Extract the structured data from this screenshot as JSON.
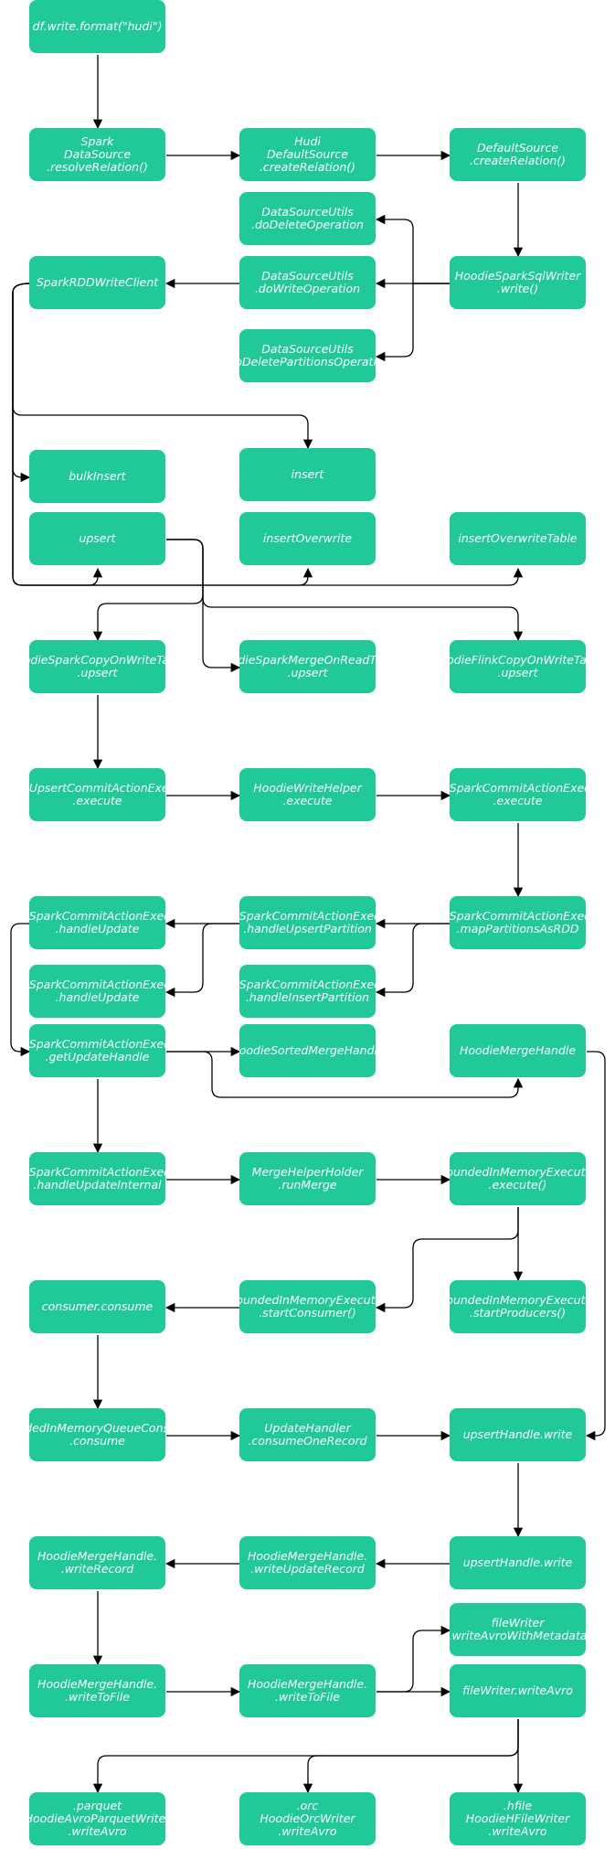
{
  "theme": {
    "node_fill": "#20c997",
    "node_text": "#ffffff",
    "edge": "#000000"
  },
  "nodes": {
    "n_df": "df.write.format(\"hudi\")",
    "n_sds": "Spark\nDataSource\n.resolveRelation()",
    "n_hds": "Hudi\nDefaultSource\n.createRelation()",
    "n_ds": "DefaultSource\n.createRelation()",
    "n_dsu_del": "DataSourceUtils\n.doDeleteOperation",
    "n_dsu_write": "DataSourceUtils\n.doWriteOperation",
    "n_sqlwriter": "HoodieSparkSqlWriter\n.write()",
    "n_rddclient": "SparkRDDWriteClient",
    "n_dsu_delpart": "DataSourceUtils\n.doDeletePartitionsOperation",
    "n_bulk": "bulkInsert",
    "n_insert": "insert",
    "n_upsert": "upsert",
    "n_insow": "insertOverwrite",
    "n_insowt": "insertOverwriteTable",
    "n_cow": "HoodieSparkCopyOnWriteTable\n.upsert",
    "n_mor": "HoodieSparkMergeOnReadTable\n.upsert",
    "n_flink": "HoodieFlinkCopyOnWriteTable\n.upsert",
    "n_upsexec": "SparkUpsertCommitActionExecutor\n.execute",
    "n_whelper": "HoodieWriteHelper\n.execute",
    "n_bscexec": "BaseSparkCommitActionExecutor\n.execute",
    "n_hu1": "BaseSparkCommitActionExecutor\n.handleUpdate",
    "n_hup": "BaseSparkCommitActionExecutor\n.handleUpsertPartition",
    "n_map": "BaseSparkCommitActionExecutor\n.mapPartitionsAsRDD",
    "n_hu2": "BaseSparkCommitActionExecutor\n.handleUpdate",
    "n_hip": "BaseSparkCommitActionExecutor\n.handleInsertPartition",
    "n_guh": "BaseSparkCommitActionExecutor\n.getUpdateHandle",
    "n_sorted": "HoodieSortedMergeHandle",
    "n_mh": "HoodieMergeHandle",
    "n_hui": "BaseSparkCommitActionExecutor\n.handleUpdateInternal",
    "n_mhh": "MergeHelperHolder\n.runMerge",
    "n_bime": "BoundedInMemoryExecutor\n.execute()",
    "n_cons": "consumer.consume",
    "n_sc": "BoundedInMemoryExecutor\n.startConsumer()",
    "n_sp": "BoundedInMemoryExecutor\n.startProducers()",
    "n_qc": "BoundedInMemoryQueueConsumer\n.consume",
    "n_uh": "UpdateHandler\n.consumeOneRecord",
    "n_uhw1": "upsertHandle.write",
    "n_wr": "HoodieMergeHandle.\n.writeRecord",
    "n_wur": "HoodieMergeHandle.\n.writeUpdateRecord",
    "n_uhw2": "upsertHandle.write",
    "n_fwavm": "fileWriter\n.writeAvroWithMetadata",
    "n_wtf1": "HoodieMergeHandle.\n.writeToFile",
    "n_wtf2": "HoodieMergeHandle.\n.writeToFile",
    "n_fwa": "fileWriter.writeAvro",
    "n_parquet": ".parquet\nHoodieAvroParquetWriter\n.writeAvro",
    "n_orc": ".orc\nHoodieOrcWriter\n.writeAvro",
    "n_hfile": ".hfile\nHoodieHFileWriter\n.writeAvro"
  },
  "edges": [
    [
      "n_df",
      "n_sds"
    ],
    [
      "n_sds",
      "n_hds"
    ],
    [
      "n_hds",
      "n_ds"
    ],
    [
      "n_ds",
      "n_sqlwriter"
    ],
    [
      "n_sqlwriter",
      "n_dsu_del"
    ],
    [
      "n_sqlwriter",
      "n_dsu_write"
    ],
    [
      "n_sqlwriter",
      "n_dsu_delpart"
    ],
    [
      "n_dsu_write",
      "n_rddclient"
    ],
    [
      "n_rddclient",
      "n_bulk"
    ],
    [
      "n_rddclient",
      "n_insert"
    ],
    [
      "n_rddclient",
      "n_upsert"
    ],
    [
      "n_rddclient",
      "n_insow"
    ],
    [
      "n_rddclient",
      "n_insowt"
    ],
    [
      "n_upsert",
      "n_cow"
    ],
    [
      "n_upsert",
      "n_mor"
    ],
    [
      "n_upsert",
      "n_flink"
    ],
    [
      "n_cow",
      "n_upsexec"
    ],
    [
      "n_upsexec",
      "n_whelper"
    ],
    [
      "n_whelper",
      "n_bscexec"
    ],
    [
      "n_bscexec",
      "n_map"
    ],
    [
      "n_map",
      "n_hup"
    ],
    [
      "n_map",
      "n_hip"
    ],
    [
      "n_hup",
      "n_hu1"
    ],
    [
      "n_hup",
      "n_hu2"
    ],
    [
      "n_hu1",
      "n_guh"
    ],
    [
      "n_guh",
      "n_sorted"
    ],
    [
      "n_guh",
      "n_mh"
    ],
    [
      "n_guh",
      "n_hui"
    ],
    [
      "n_hui",
      "n_mhh"
    ],
    [
      "n_mhh",
      "n_bime"
    ],
    [
      "n_bime",
      "n_sp"
    ],
    [
      "n_bime",
      "n_sc"
    ],
    [
      "n_sc",
      "n_cons"
    ],
    [
      "n_cons",
      "n_qc"
    ],
    [
      "n_qc",
      "n_uh"
    ],
    [
      "n_uh",
      "n_uhw1"
    ],
    [
      "n_mh",
      "n_uhw1"
    ],
    [
      "n_uhw1",
      "n_uhw2"
    ],
    [
      "n_uhw2",
      "n_wur"
    ],
    [
      "n_wur",
      "n_wr"
    ],
    [
      "n_wr",
      "n_wtf1"
    ],
    [
      "n_wtf1",
      "n_wtf2"
    ],
    [
      "n_wtf2",
      "n_fwavm"
    ],
    [
      "n_wtf2",
      "n_fwa"
    ],
    [
      "n_fwa",
      "n_parquet"
    ],
    [
      "n_fwa",
      "n_orc"
    ],
    [
      "n_fwa",
      "n_hfile"
    ]
  ]
}
